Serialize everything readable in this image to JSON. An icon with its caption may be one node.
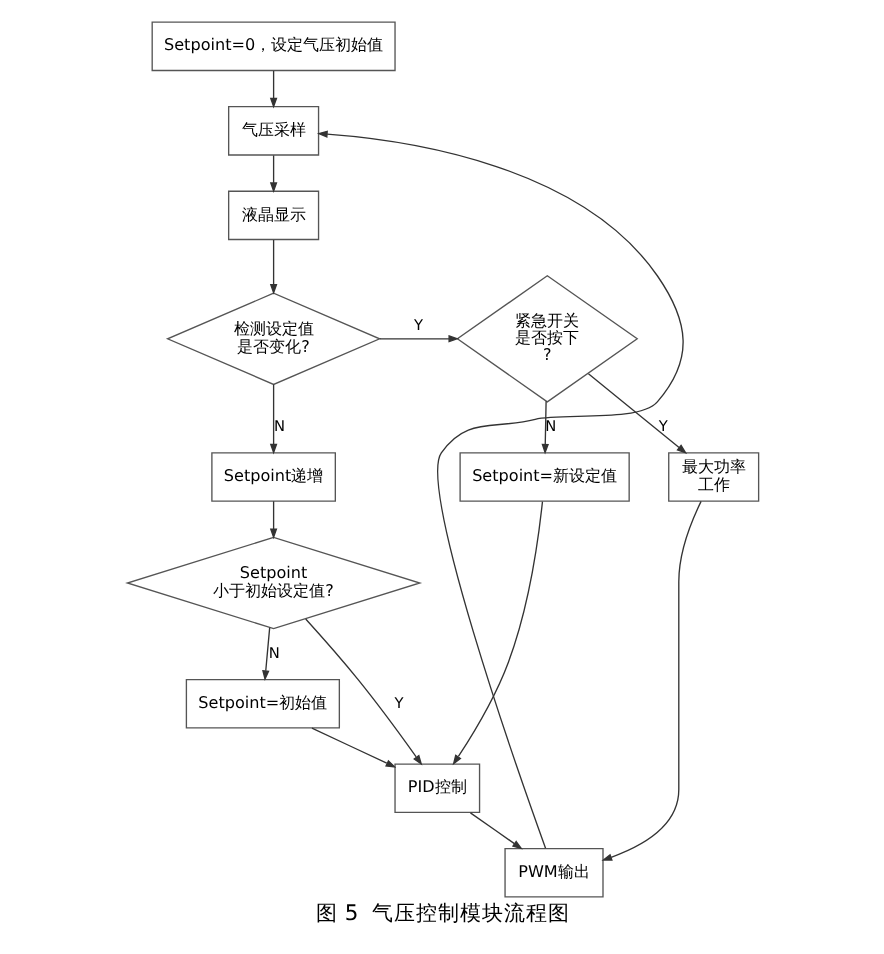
{
  "diagram": {
    "caption": "图 5  气压控制模块流程图",
    "nodes": [
      {
        "text": [
          "Setpoint=0，设定气压初始值"
        ]
      },
      {
        "text": [
          "气压采样"
        ]
      },
      {
        "text": [
          "液晶显示"
        ]
      },
      {
        "text": [
          "检测设定值是否变化?"
        ]
      },
      {
        "text": [
          "紧急开关是否按下?"
        ]
      },
      {
        "text": [
          "Setpoint递增"
        ]
      },
      {
        "text": [
          "Setpoint=新设定值"
        ]
      },
      {
        "text": [
          "Setpoint小于初始设定值?"
        ]
      },
      {
        "text": [
          "最大功率工作"
        ]
      },
      {
        "text": [
          "Setpoint=初始值"
        ]
      },
      {
        "text": [
          "PID控制"
        ]
      },
      {
        "text": [
          "PWM输出"
        ]
      }
    ],
    "edges": [
      {
        "from": 0,
        "to": 1,
        "arrow": "to"
      },
      {
        "from": 1,
        "to": 2,
        "arrow": "to"
      },
      {
        "from": 2,
        "to": 3,
        "arrow": "to"
      },
      {
        "from": 3,
        "to": 4,
        "arrow": "to",
        "label": "Y"
      },
      {
        "from": 3,
        "to": 5,
        "arrow": "to",
        "label": "N"
      },
      {
        "from": 4,
        "to": 6,
        "arrow": "to",
        "label": "N"
      },
      {
        "from": 4,
        "to": 8,
        "arrow": "to",
        "label": "Y"
      },
      {
        "from": 5,
        "to": 7,
        "arrow": "to"
      },
      {
        "from": 7,
        "to": 9,
        "arrow": "to",
        "label": "N"
      },
      {
        "from": 7,
        "to": 10,
        "arrow": "to",
        "label": "Y"
      },
      {
        "from": 9,
        "to": 10,
        "arrow": "to"
      },
      {
        "from": 6,
        "to": 10,
        "arrow": "to"
      },
      {
        "from": 10,
        "to": 11,
        "arrow": "to"
      },
      {
        "from": 8,
        "to": 11,
        "arrow": "to"
      },
      {
        "from": 11,
        "to": 1,
        "arrow": "to"
      }
    ]
  }
}
